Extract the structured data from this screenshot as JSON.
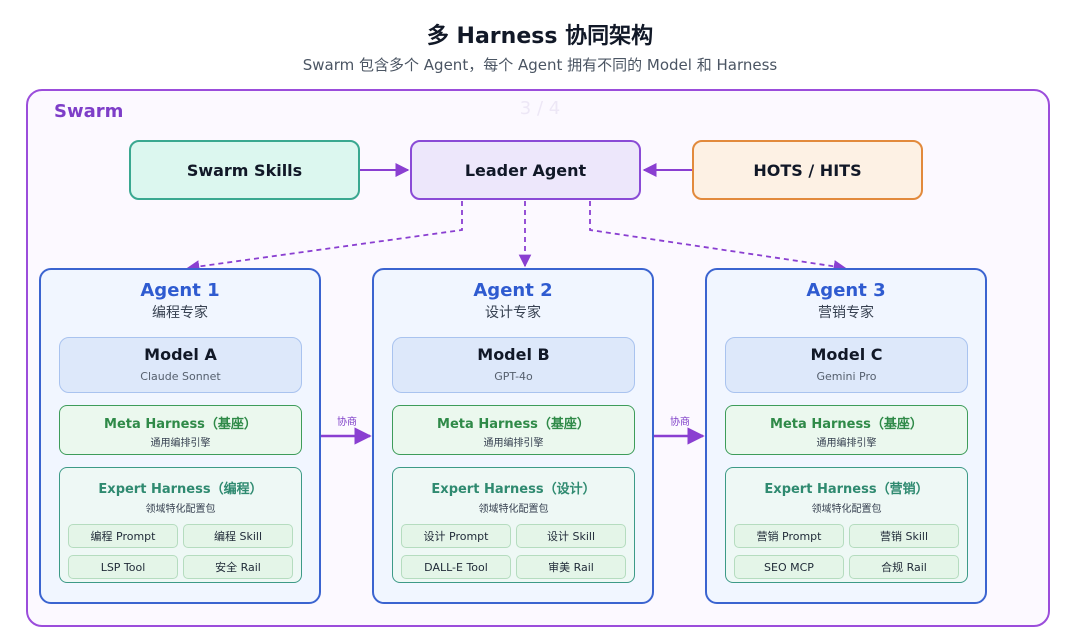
{
  "title": "多 Harness 协同架构",
  "subtitle": "Swarm 包含多个 Agent，每个 Agent 拥有不同的 Model 和 Harness",
  "swarm": {
    "label": "Swarm",
    "page_indicator": "3 / 4"
  },
  "top_row": {
    "swarm_skills": "Swarm Skills",
    "leader_agent": "Leader Agent",
    "hots_hits": "HOTS / HITS"
  },
  "collab_label": "协商",
  "agents": [
    {
      "name": "Agent 1",
      "role": "编程专家",
      "model": {
        "name": "Model A",
        "sub": "Claude Sonnet"
      },
      "meta": {
        "title": "Meta Harness（基座）",
        "sub": "通用编排引擎"
      },
      "expert": {
        "title": "Expert Harness（编程）",
        "sub": "领域特化配置包",
        "chips": [
          "编程 Prompt",
          "编程 Skill",
          "LSP Tool",
          "安全 Rail"
        ]
      }
    },
    {
      "name": "Agent 2",
      "role": "设计专家",
      "model": {
        "name": "Model B",
        "sub": "GPT-4o"
      },
      "meta": {
        "title": "Meta Harness（基座）",
        "sub": "通用编排引擎"
      },
      "expert": {
        "title": "Expert Harness（设计）",
        "sub": "领域特化配置包",
        "chips": [
          "设计 Prompt",
          "设计 Skill",
          "DALL-E Tool",
          "审美 Rail"
        ]
      }
    },
    {
      "name": "Agent 3",
      "role": "营销专家",
      "model": {
        "name": "Model C",
        "sub": "Gemini Pro"
      },
      "meta": {
        "title": "Meta Harness（基座）",
        "sub": "通用编排引擎"
      },
      "expert": {
        "title": "Expert Harness（营销）",
        "sub": "领域特化配置包",
        "chips": [
          "营销 Prompt",
          "营销 Skill",
          "SEO MCP",
          "合规 Rail"
        ]
      }
    }
  ],
  "colors": {
    "swarm_border": "#9b4ddb",
    "arrow": "#8a3fd1",
    "agent_border": "#3b64d0",
    "meta_border": "#3e9c5a",
    "expert_border": "#3d9a87"
  }
}
